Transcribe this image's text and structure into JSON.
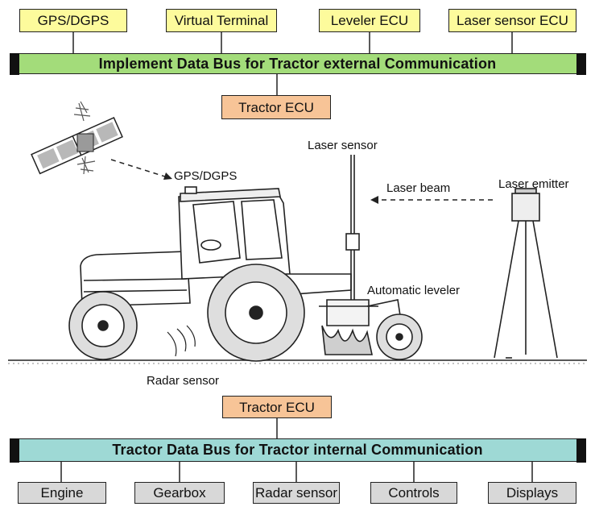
{
  "top_devices": [
    {
      "label": "GPS/DGPS"
    },
    {
      "label": "Virtual Terminal"
    },
    {
      "label": "Leveler ECU"
    },
    {
      "label": "Laser sensor ECU"
    }
  ],
  "implement_bus": {
    "label": "Implement Data Bus for Tractor external Communication"
  },
  "tractor_ecu_top": {
    "label": "Tractor ECU"
  },
  "scene_labels": {
    "gps": "GPS/DGPS",
    "laser_sensor": "Laser sensor",
    "laser_beam": "Laser beam",
    "laser_emitter": "Laser emitter",
    "automatic_leveler": "Automatic leveler",
    "radar_sensor": "Radar sensor"
  },
  "tractor_ecu_bottom": {
    "label": "Tractor ECU"
  },
  "tractor_bus": {
    "label": "Tractor Data Bus for Tractor internal Communication"
  },
  "bottom_devices": [
    {
      "label": "Engine"
    },
    {
      "label": "Gearbox"
    },
    {
      "label": "Radar sensor"
    },
    {
      "label": "Controls"
    },
    {
      "label": "Displays"
    }
  ],
  "colors": {
    "device_yellow": "#fdfb9c",
    "ecu_orange": "#f7c497",
    "device_gray": "#d8d8d8",
    "bus_green": "#a3dc7a",
    "bus_teal": "#9ed9d5"
  }
}
